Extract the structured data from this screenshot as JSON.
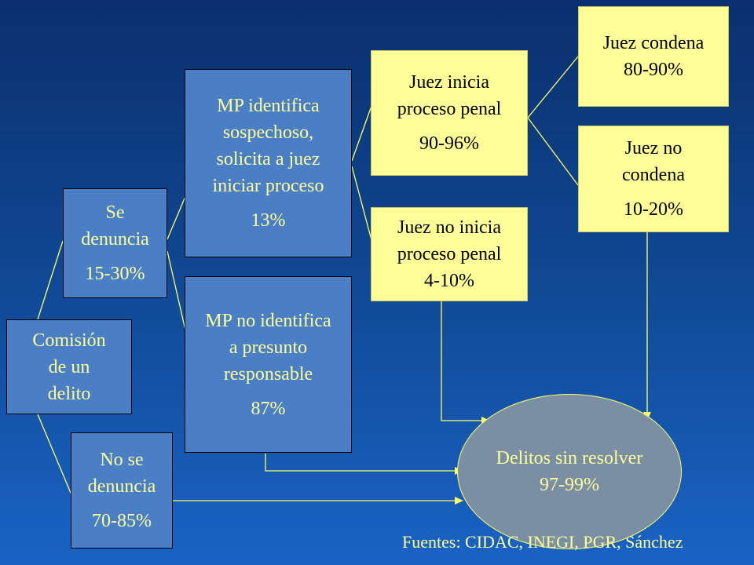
{
  "nodes": {
    "comision": {
      "lines": [
        "Comisión",
        "de un",
        "delito"
      ]
    },
    "se_denuncia": {
      "lines": [
        "Se",
        "denuncia"
      ],
      "pct": "15-30%"
    },
    "no_se_denuncia": {
      "lines": [
        "No se",
        "denuncia"
      ],
      "pct": "70-85%"
    },
    "mp_identifica": {
      "lines": [
        "MP identifica",
        "sospechoso,",
        "solicita a juez",
        "iniciar proceso"
      ],
      "pct": "13%"
    },
    "mp_no_identifica": {
      "lines": [
        "MP no identifica",
        "a presunto",
        "responsable"
      ],
      "pct": "87%"
    },
    "juez_inicia": {
      "lines": [
        "Juez inicia",
        "proceso penal"
      ],
      "pct": "90-96%"
    },
    "juez_no_inicia": {
      "lines": [
        "Juez no inicia",
        "proceso penal",
        "4-10%"
      ]
    },
    "juez_condena": {
      "lines": [
        "Juez condena",
        "80-90%"
      ]
    },
    "juez_no_condena": {
      "lines": [
        "Juez no",
        "condena"
      ],
      "pct": "10-20%"
    },
    "sin_resolver": {
      "lines": [
        "Delitos sin resolver",
        "97-99%"
      ]
    }
  },
  "source": "Fuentes: CIDAC, INEGI, PGR, Sánchez",
  "colors": {
    "background_top": "#0b2f6e",
    "background_bottom": "#1a63c4",
    "blue_box": "#4a7fc6",
    "yellow_box": "#ffff99",
    "ellipse": "#7a8fa4",
    "connector": "#ffff66"
  }
}
